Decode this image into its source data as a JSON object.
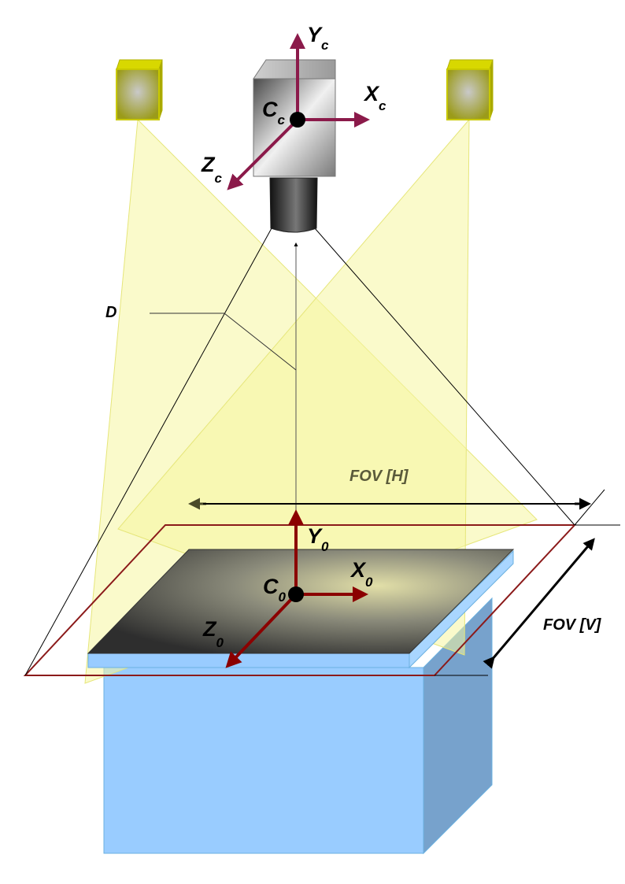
{
  "camera_axes": {
    "x": {
      "main": "X",
      "sub": "c"
    },
    "y": {
      "main": "Y",
      "sub": "c"
    },
    "z": {
      "main": "Z",
      "sub": "c"
    },
    "center": {
      "main": "C",
      "sub": "c"
    }
  },
  "object_axes": {
    "x": {
      "main": "X",
      "sub": "0"
    },
    "y": {
      "main": "Y",
      "sub": "0"
    },
    "z": {
      "main": "Z",
      "sub": "0"
    },
    "center": {
      "main": "C",
      "sub": "0"
    }
  },
  "labels": {
    "distance": "D",
    "fov_h": "FOV [H]",
    "fov_v": "FOV [V]"
  },
  "colors": {
    "axis": "#8b1a4a",
    "object_axis": "#8b0000",
    "fov_rect": "#8b1a1a",
    "light_cone": "#f5f5a0",
    "box": "#99ccff",
    "light_unit": "#c8c800",
    "fov_h_text": "#5a5a3a"
  }
}
